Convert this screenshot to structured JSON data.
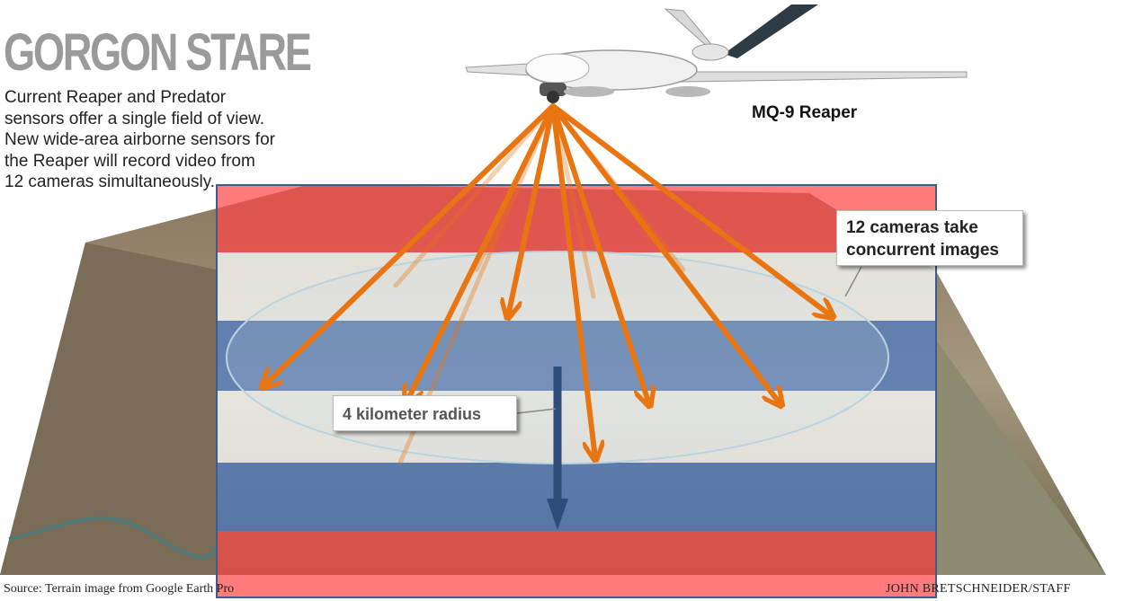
{
  "title": "GORGON STARE",
  "description_lines": [
    "Current Reaper and Predator",
    "sensors offer a single field of view.",
    "New wide-area airborne sensors for",
    "the Reaper will record video from",
    "12 cameras simultaneously."
  ],
  "drone_label": "MQ-9 Reaper",
  "callout_cameras": {
    "line1": "12 cameras take",
    "line2": "concurrent images"
  },
  "callout_radius": "4 kilometer radius",
  "source": "Source: Terrain image from Google Earth Pro",
  "credit": "JOHN BRETSCHNEIDER/STAFF",
  "colors": {
    "flag_red": "#ff5a5a",
    "flag_white": "#ffffff",
    "flag_blue": "#5a84c8",
    "arrow_orange": "#e87511",
    "overlay_border": "#3c5c8c"
  },
  "icons": [
    "drone-icon",
    "terrain-image",
    "radius-arrow-icon"
  ]
}
